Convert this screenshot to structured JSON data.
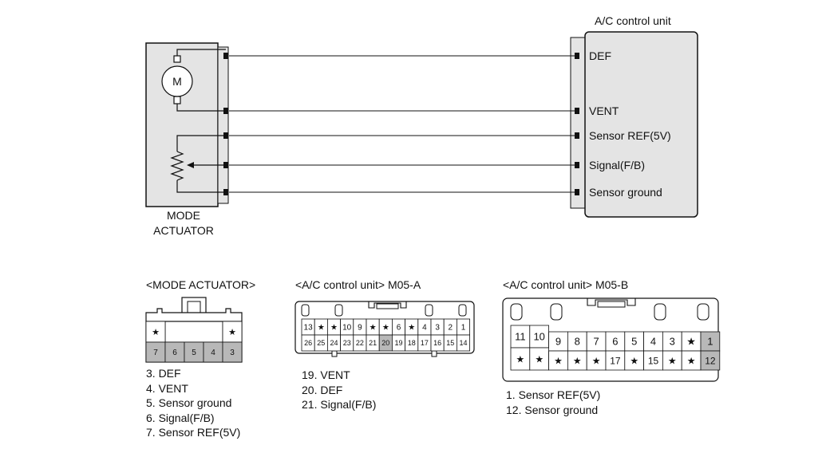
{
  "acu": {
    "title": "A/C control unit",
    "pins": [
      "DEF",
      "VENT",
      "Sensor REF(5V)",
      "Signal(F/B)",
      "Sensor ground"
    ]
  },
  "actuator": {
    "motor_letter": "M",
    "label_line1": "MODE",
    "label_line2": "ACTUATOR"
  },
  "connectors": {
    "mode": {
      "title": "<MODE ACTUATOR>",
      "row1": [
        "★",
        "",
        "",
        "",
        "★"
      ],
      "row2": [
        "7",
        "6",
        "5",
        "4",
        "3"
      ],
      "notes": [
        "3. DEF",
        "4. VENT",
        "5. Sensor ground",
        "6. Signal(F/B)",
        "7. Sensor REF(5V)"
      ]
    },
    "m05a": {
      "title": "<A/C control unit> M05-A",
      "row1": [
        "13",
        "★",
        "★",
        "10",
        "9",
        "★",
        "★",
        "6",
        "★",
        "4",
        "3",
        "2",
        "1"
      ],
      "row2": [
        "26",
        "25",
        "24",
        "23",
        "22",
        "21",
        "20",
        "19",
        "18",
        "17",
        "16",
        "15",
        "14"
      ],
      "notes": [
        "19. VENT",
        "20. DEF",
        "21. Signal(F/B)"
      ]
    },
    "m05b": {
      "title": "<A/C control unit> M05-B",
      "row1": [
        "11",
        "10",
        "9",
        "8",
        "7",
        "6",
        "5",
        "4",
        "3",
        "★",
        "1"
      ],
      "row2": [
        "★",
        "★",
        "★",
        "★",
        "★",
        "17",
        "★",
        "15",
        "★",
        "★",
        "12"
      ],
      "notes": [
        "1. Sensor REF(5V)",
        "12. Sensor ground"
      ]
    }
  },
  "colors": {
    "line": "#111111",
    "box": "#e4e4e4",
    "shade": "#b8b8b8"
  }
}
